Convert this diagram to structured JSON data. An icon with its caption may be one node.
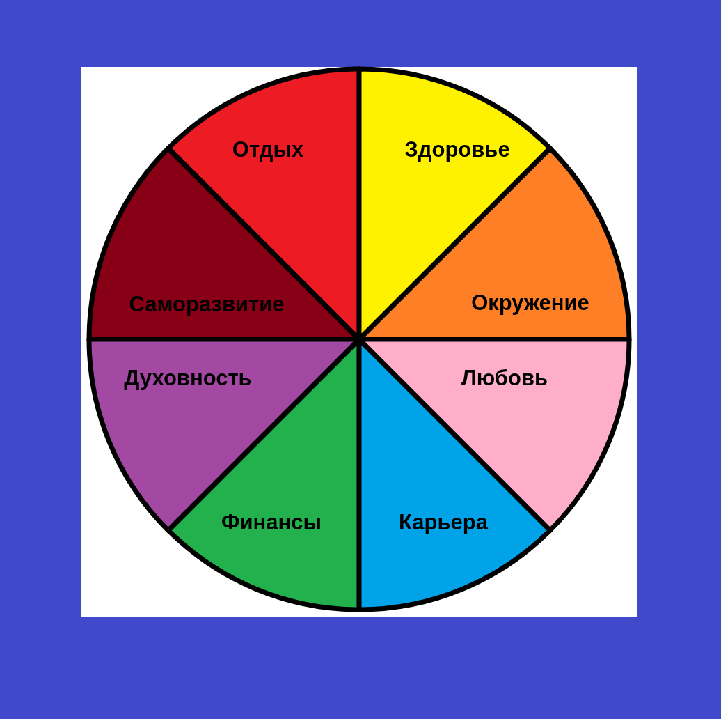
{
  "diagram": {
    "nodes": [
      {
        "text": [
          "Отдых"
        ]
      },
      {
        "text": [
          "Здоровье"
        ]
      },
      {
        "text": [
          "Саморазвитие"
        ]
      },
      {
        "text": [
          "Окружение"
        ]
      },
      {
        "text": [
          "Духовность"
        ]
      },
      {
        "text": [
          "Любовь"
        ]
      },
      {
        "text": [
          "Финансы"
        ]
      },
      {
        "text": [
          "Карьера"
        ]
      }
    ]
  }
}
